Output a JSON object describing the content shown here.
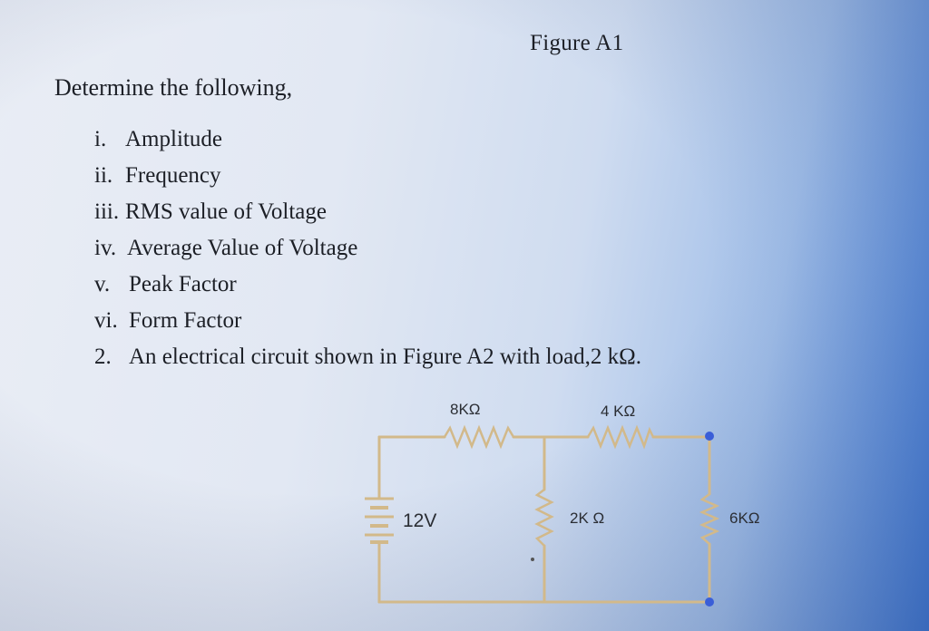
{
  "figure_title": "Figure A1",
  "intro": "Determine the following,",
  "items": [
    {
      "num": "i.",
      "text": "Amplitude"
    },
    {
      "num": "ii.",
      "text": "Frequency"
    },
    {
      "num": "iii.",
      "text": "RMS value of Voltage"
    },
    {
      "num": "iv.",
      "text": "Average Value of Voltage"
    },
    {
      "num": "v.",
      "text": "Peak Factor"
    },
    {
      "num": "vi.",
      "text": "Form Factor"
    },
    {
      "num": "2.",
      "text": "An electrical circuit shown in Figure A2 with load,2 kΩ."
    }
  ],
  "circuit": {
    "r1": "8KΩ",
    "r2": "4 KΩ",
    "r3": "2K Ω",
    "r_load": "6KΩ",
    "source": "12V",
    "wire_color": "#d2b98a",
    "terminal_color": "#3a5ed8"
  }
}
